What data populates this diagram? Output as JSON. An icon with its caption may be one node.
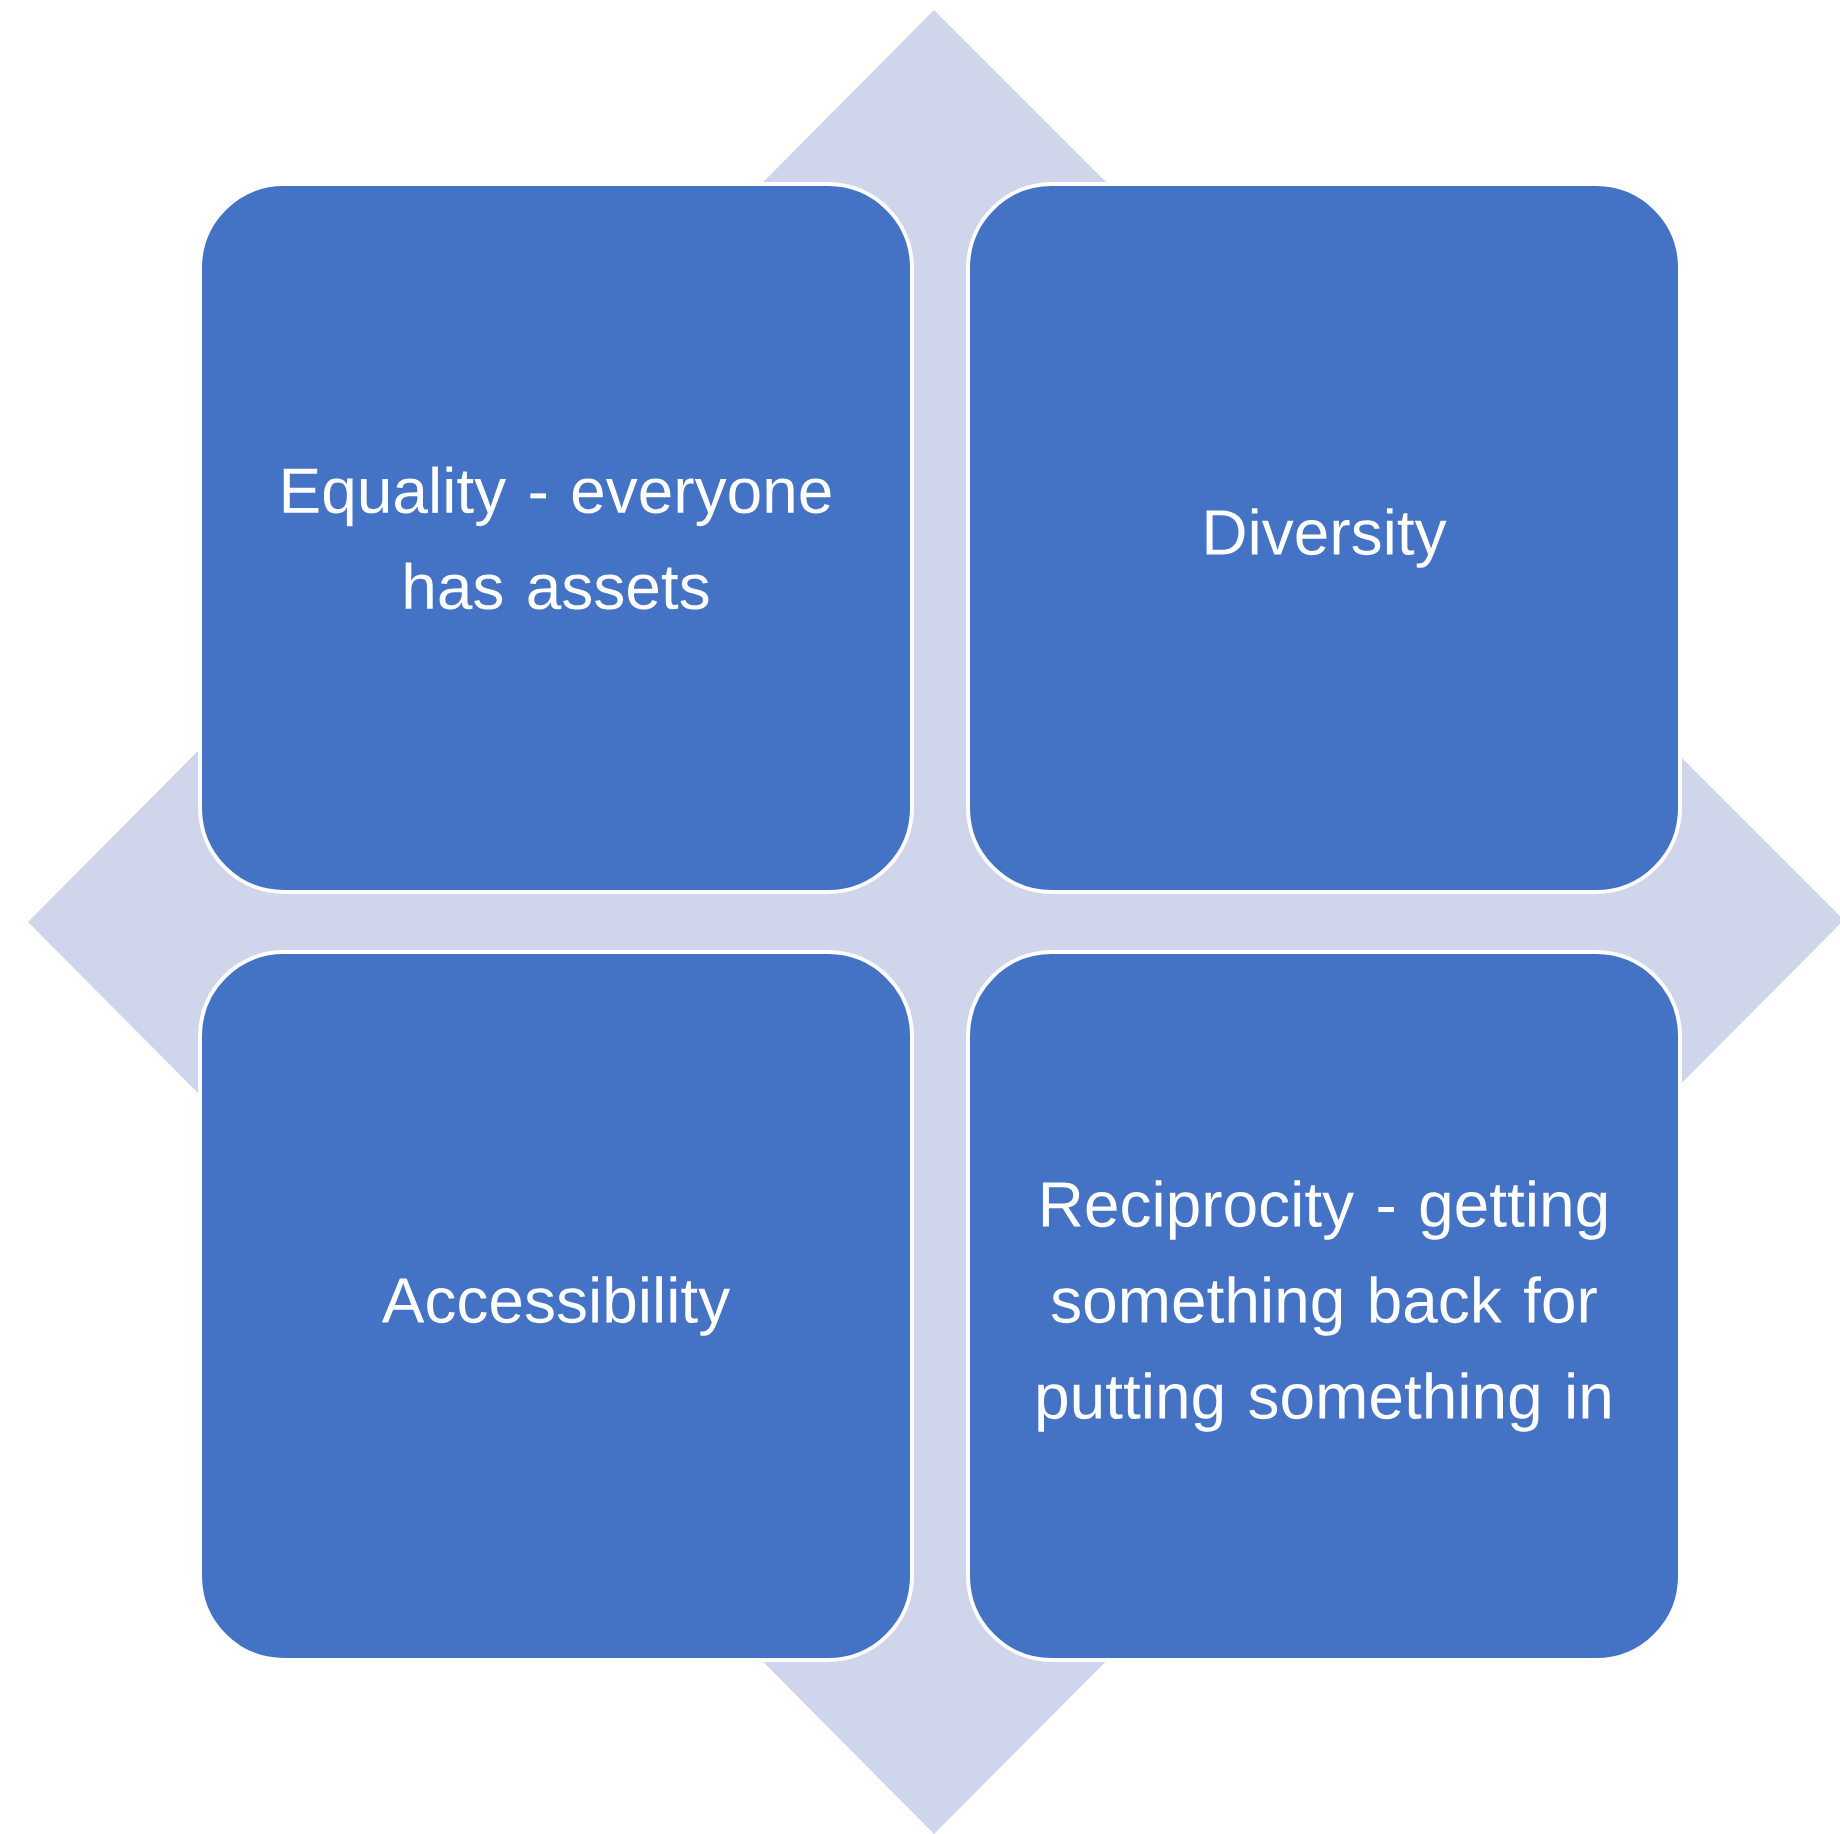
{
  "diagram": {
    "nodes": [
      {
        "text": [
          "Equality - everyone has assets"
        ]
      },
      {
        "text": [
          "Diversity"
        ]
      },
      {
        "text": [
          "Accessibility"
        ]
      },
      {
        "text": [
          "Reciprocity - getting something back for putting something in"
        ]
      }
    ]
  }
}
